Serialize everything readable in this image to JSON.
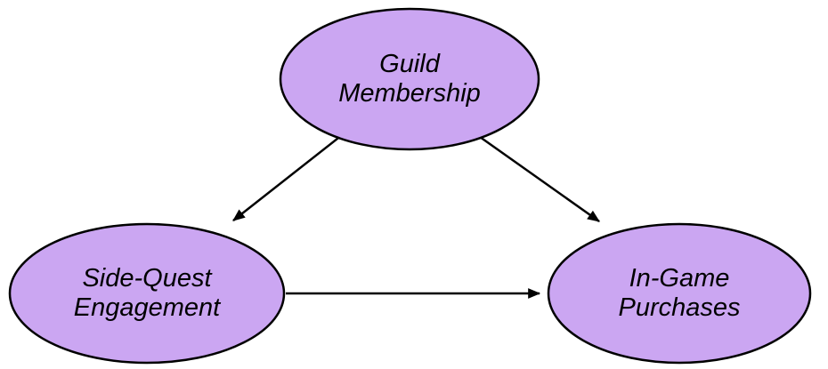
{
  "diagram": {
    "type": "dag",
    "colors": {
      "node_fill": "#cba6f2",
      "node_stroke": "#000000",
      "edge": "#000000",
      "background": "#ffffff"
    },
    "nodes": [
      {
        "id": "guild-membership",
        "label": "Guild Membership",
        "line1": "Guild",
        "line2": "Membership"
      },
      {
        "id": "side-quest-engagement",
        "label": "Side-Quest Engagement",
        "line1": "Side-Quest",
        "line2": "Engagement"
      },
      {
        "id": "in-game-purchases",
        "label": "In-Game Purchases",
        "line1": "In-Game",
        "line2": "Purchases"
      }
    ],
    "edges": [
      {
        "from": "Guild Membership",
        "to": "Side-Quest Engagement"
      },
      {
        "from": "Guild Membership",
        "to": "In-Game Purchases"
      },
      {
        "from": "Side-Quest Engagement",
        "to": "In-Game Purchases"
      }
    ]
  }
}
